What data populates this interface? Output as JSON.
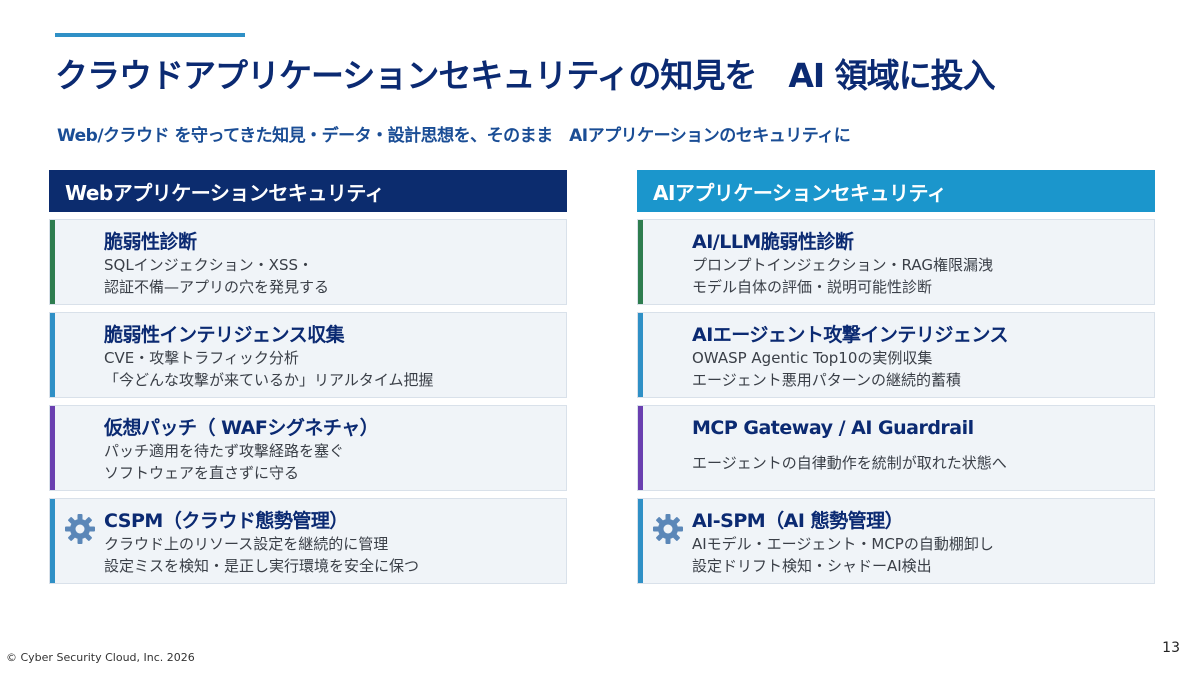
{
  "slide": {
    "title": "クラウドアプリケーションセキュリティの知見を　AI 領域に投入",
    "subtitle": "Web/クラウド を守ってきた知見・データ・設計思想を、そのまま　AIアプリケーションのセキュリティに",
    "footer": "© Cyber Security Cloud, Inc. 2026",
    "page_number": "13"
  },
  "left_column": {
    "header": "Webアプリケーションセキュリティ",
    "cards": [
      {
        "title": "脆弱性診断",
        "line1": "SQLインジェクション・XSS・",
        "line2": "認証不備—アプリの穴を発見する",
        "accent": "#2e7d4f",
        "icon": ""
      },
      {
        "title": "脆弱性インテリジェンス収集",
        "line1": "CVE・攻撃トラフィック分析",
        "line2": "「今どんな攻撃が来ているか」リアルタイム把握",
        "accent": "#2f90c6",
        "icon": ""
      },
      {
        "title": "仮想パッチ（ WAFシグネチャ）",
        "line1": "パッチ適用を待たず攻撃経路を塞ぐ",
        "line2": "ソフトウェアを直さずに守る",
        "accent": "#6a3fb0",
        "icon": ""
      },
      {
        "title": "CSPM（クラウド態勢管理）",
        "line1": "クラウド上のリソース設定を継続的に管理",
        "line2": "設定ミスを検知・是正し実行環境を安全に保つ",
        "accent": "#2f90c6",
        "icon": "gear-icon"
      }
    ]
  },
  "right_column": {
    "header": "AIアプリケーションセキュリティ",
    "cards": [
      {
        "title": "AI/LLM脆弱性診断",
        "line1": "プロンプトインジェクション・RAG権限漏洩",
        "line2": "モデル自体の評価・説明可能性診断",
        "accent": "#2e7d4f",
        "icon": ""
      },
      {
        "title": "AIエージェント攻撃インテリジェンス",
        "line1": "OWASP Agentic Top10の実例収集",
        "line2": "エージェント悪用パターンの継続的蓄積",
        "accent": "#2f90c6",
        "icon": ""
      },
      {
        "title": "MCP Gateway / AI Guardrail",
        "line1": "エージェントの自律動作を統制が取れた状態へ",
        "line2": "",
        "accent": "#6a3fb0",
        "icon": ""
      },
      {
        "title": "AI-SPM（AI 態勢管理）",
        "line1": "AIモデル・エージェント・MCPの自動棚卸し",
        "line2": "設定ドリフト検知・シャドーAI検出",
        "accent": "#2f90c6",
        "icon": "gear-icon"
      }
    ]
  },
  "colors": {
    "left_header_bg": "#0c2c6e",
    "right_header_bg": "#1b96cc",
    "title_color": "#0b2a72",
    "gear_color": "#5b87b8"
  }
}
